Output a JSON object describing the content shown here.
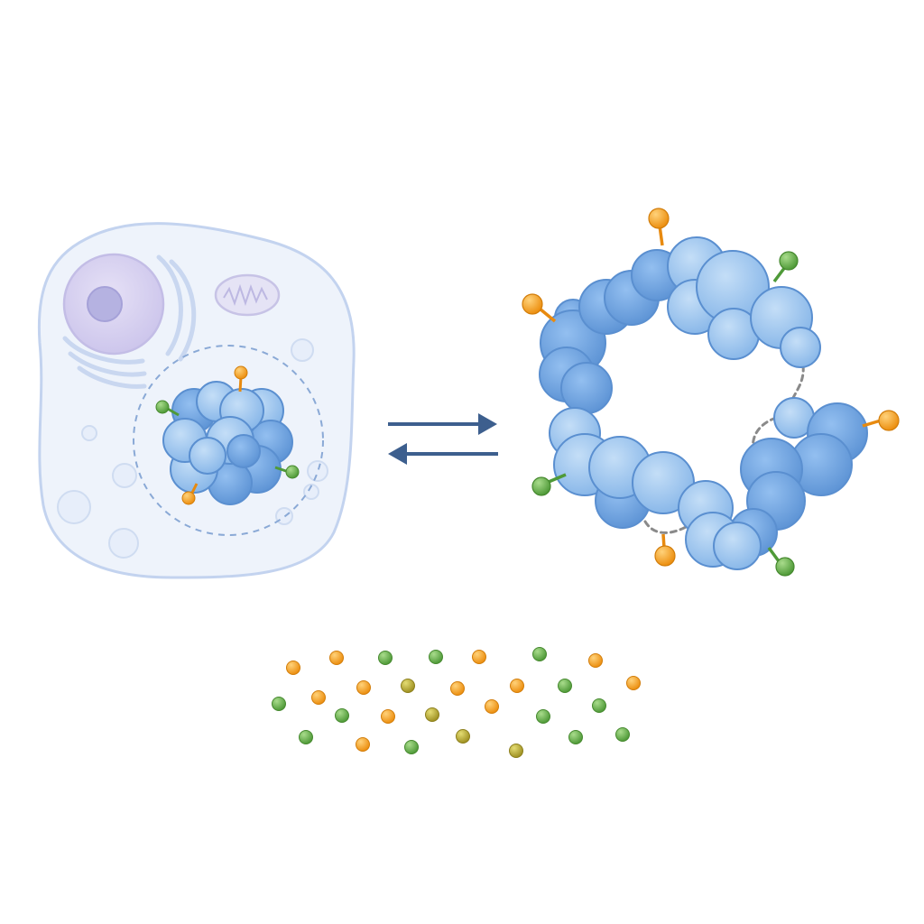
{
  "colors": {
    "background": "#ffffff",
    "cell_fill": "#eef3fb",
    "cell_outline": "#c3d3ef",
    "nucleus_fill": "#ded8f1",
    "nucleolus_fill": "#b5b2e1",
    "protein_light": "#a9cdf1",
    "protein_mid": "#8bb9ea",
    "protein_dark": "#6d9fd9",
    "protein_outline": "#5a8fd0",
    "arrow": "#3d5f8e",
    "phosphate_orange": "#f4a21c",
    "phosphate_green": "#62ad49",
    "phosphate_olive": "#b9ab2e",
    "linker_dashed": "#8a8a8a"
  },
  "icons": {
    "cell": "cell-icon",
    "nucleus": "nucleus-icon",
    "mitochondrion": "mitochondrion-icon",
    "folded_protein": "folded-protein-icon",
    "unfolded_protein": "unfolded-protein-icon",
    "equilibrium_arrows": "equilibrium-arrows-icon",
    "free_molecules": "free-modification-groups-icon"
  },
  "free_molecules": [
    {
      "color": "orange"
    },
    {
      "color": "orange"
    },
    {
      "color": "green"
    },
    {
      "color": "green"
    },
    {
      "color": "orange"
    },
    {
      "color": "green"
    },
    {
      "color": "orange"
    },
    {
      "color": "orange"
    },
    {
      "color": "green"
    },
    {
      "color": "orange"
    },
    {
      "color": "olive"
    },
    {
      "color": "orange"
    },
    {
      "color": "orange"
    },
    {
      "color": "green"
    },
    {
      "color": "orange"
    },
    {
      "color": "green"
    },
    {
      "color": "orange"
    },
    {
      "color": "olive"
    },
    {
      "color": "orange"
    },
    {
      "color": "green"
    },
    {
      "color": "green"
    },
    {
      "color": "green"
    },
    {
      "color": "orange"
    },
    {
      "color": "green"
    },
    {
      "color": "olive"
    },
    {
      "color": "olive"
    },
    {
      "color": "green"
    },
    {
      "color": "green"
    }
  ]
}
